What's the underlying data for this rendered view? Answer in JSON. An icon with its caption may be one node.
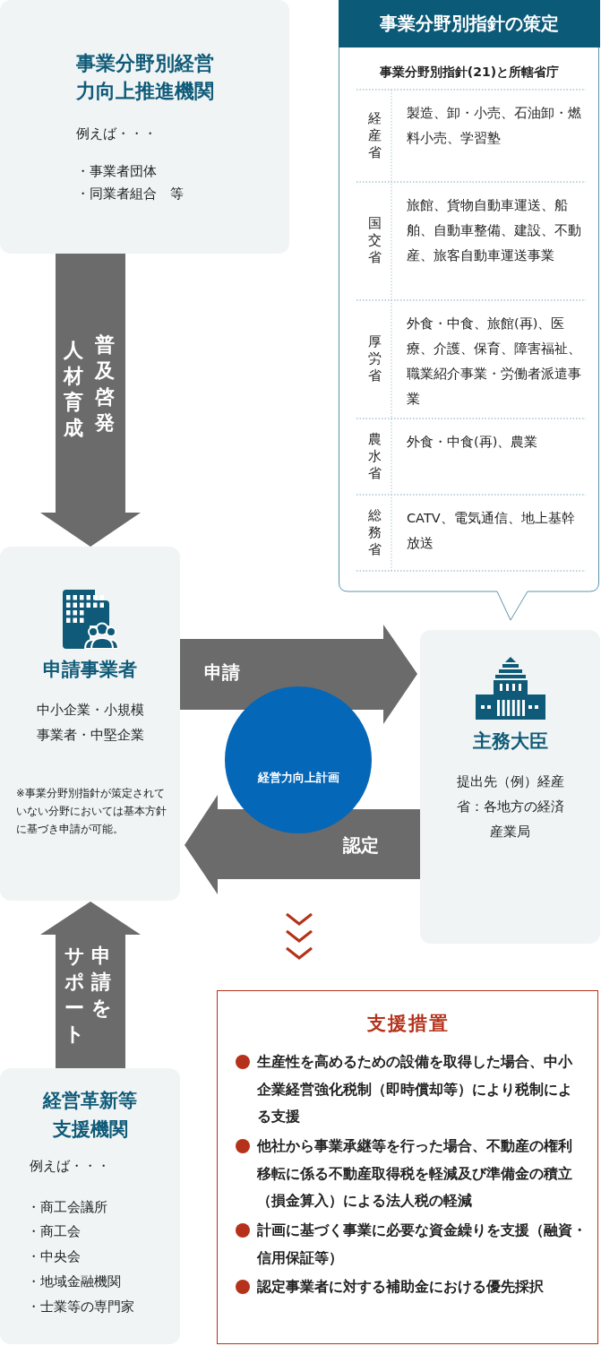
{
  "diagram": {
    "nodes": [
      {
        "text": [
          "事業分野別経営力向上推進機関",
          "例えば・・・",
          "・事業者団体",
          "・同業者組合　等"
        ]
      },
      {
        "text": [
          "事業分野別指針の策定",
          "事業分野別指針(21)と所轄省庁",
          "経産省",
          "製造、卸・小売、石油卸・燃料小売、学習塾",
          "国交省",
          "旅館、貨物自動車運送、船舶、自動車整備、建設、不動産、旅客自動車運送事業",
          "厚労省",
          "外食・中食、旅館(再)、医療、介護、保育、障害福祉、職業紹介事業・労働者派遣事業",
          "農水省",
          "外食・中食(再)、農業",
          "総務省",
          "CATV、電気通信、地上基幹放送"
        ]
      },
      {
        "text": [
          "申請事業者",
          "中小企業・小規模事業者・中堅企業",
          "※事業分野別指針が策定されていない分野においては基本方針に基づき申請が可能。"
        ]
      },
      {
        "text": [
          "主務大臣",
          "提出先（例）経産省：各地方の経済産業局"
        ]
      },
      {
        "text": [
          "経営力向上計画"
        ]
      },
      {
        "text": [
          "経営革新等支援機関",
          "例えば・・・",
          "・商工会議所",
          "・商工会",
          "・中央会",
          "・地域金融機関",
          "・士業等の専門家"
        ]
      },
      {
        "text": [
          "支援措置",
          "生産性を高めるための設備を取得した場合、中小企業経営強化税制（即時償却等）により税制による支援",
          "他社から事業承継等を行った場合、不動産の権利移転に係る不動産取得税を軽減及び準備金の積立（損金算入）による法人税の軽減",
          "計画に基づく事業に必要な資金繰りを支援（融資・信用保証等）",
          "認定事業者に対する補助金における優先採択"
        ]
      }
    ],
    "edges": [
      {
        "from": 0,
        "to": 2,
        "arrow": "to",
        "label": "普及啓発",
        "style": "thick"
      },
      {
        "from": 2,
        "to": 3,
        "arrow": "to",
        "label": "申請",
        "style": "thick"
      },
      {
        "from": 3,
        "to": 2,
        "arrow": "to",
        "label": "認定",
        "style": "thick"
      },
      {
        "from": 5,
        "to": 2,
        "arrow": "to",
        "label": "申請をサポート",
        "style": "thick"
      },
      {
        "from": null,
        "to": 6,
        "arrow": "to",
        "color": "#b5311a"
      }
    ],
    "labels": [
      "人材育成"
    ]
  }
}
